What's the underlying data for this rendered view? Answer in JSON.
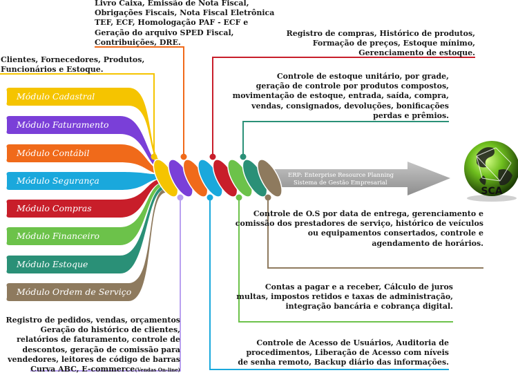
{
  "modules": [
    {
      "label": "Módulo Cadastral",
      "color": "#f5c400"
    },
    {
      "label": "Módulo Faturamento",
      "color": "#7a3fd8"
    },
    {
      "label": "Módulo Contábil",
      "color": "#f06a1a"
    },
    {
      "label": "Módulo Segurança",
      "color": "#1aa8dc"
    },
    {
      "label": "Módulo Compras",
      "color": "#c81e2a"
    },
    {
      "label": "Módulo Financeiro",
      "color": "#6cc24a"
    },
    {
      "label": "Módulo Estoque",
      "color": "#2a9077"
    },
    {
      "label": "Módulo Ordem de Serviço",
      "color": "#8e7a5e"
    }
  ],
  "arrow": {
    "line1": "ERP: Enterprise Resource Planning",
    "line2": "Sistema de Gestão Empresarial",
    "color": "#a8a8a8"
  },
  "globe": {
    "label": "SCA"
  },
  "notes": {
    "cadastral": "Clientes, Fornecedores, Produtos,\nFuncionários e Estoque.",
    "contabil": "Livro Caixa, Emissão de Nota Fiscal,\nObrigações Fiscais, Nota Fiscal Eletrônica\nTEF, ECF, Homologação PAF - ECF e\nGeração do arquivo SPED Fiscal,\nContribuições, DRE.",
    "compras": "Registro de compras, Histórico de produtos,\nFormação de preços, Estoque mínimo,\nGerenciamento de estoque.",
    "estoque": "Controle de estoque unitário, por grade,\ngeração de controle por produtos compostos,\nmovimentação de estoque, entrada, saída, compra,\nvendas, consignados, devoluções, bonificações\nperdas e prêmios.",
    "ordem": "Controle de O.S por data de entrega, gerenciamento e\ncomissão dos prestadores de serviço, histórico de veículos\nou equipamentos consertados, controle e\nagendamento de horários.",
    "financeiro": "Contas a pagar e a receber, Cálculo de juros\nmultas, impostos retidos e taxas de administração,\nintegração bancária e cobrança digital.",
    "seguranca": "Controle de Acesso de Usuários, Auditoria de\nprocedimentos, Liberação de Acesso com níveis\nde senha remoto, Backup diário das informações.",
    "faturamento": "Registro de pedidos, vendas, orçamentos\nGeração do histórico de clientes,\nrelatórios de faturamento, controle de\ndescontos, geração de comissão para\nvendedores, leitores de código de barras\nCurva ABC, E-commerce",
    "faturamento_small": "(Vendas On-line)"
  }
}
